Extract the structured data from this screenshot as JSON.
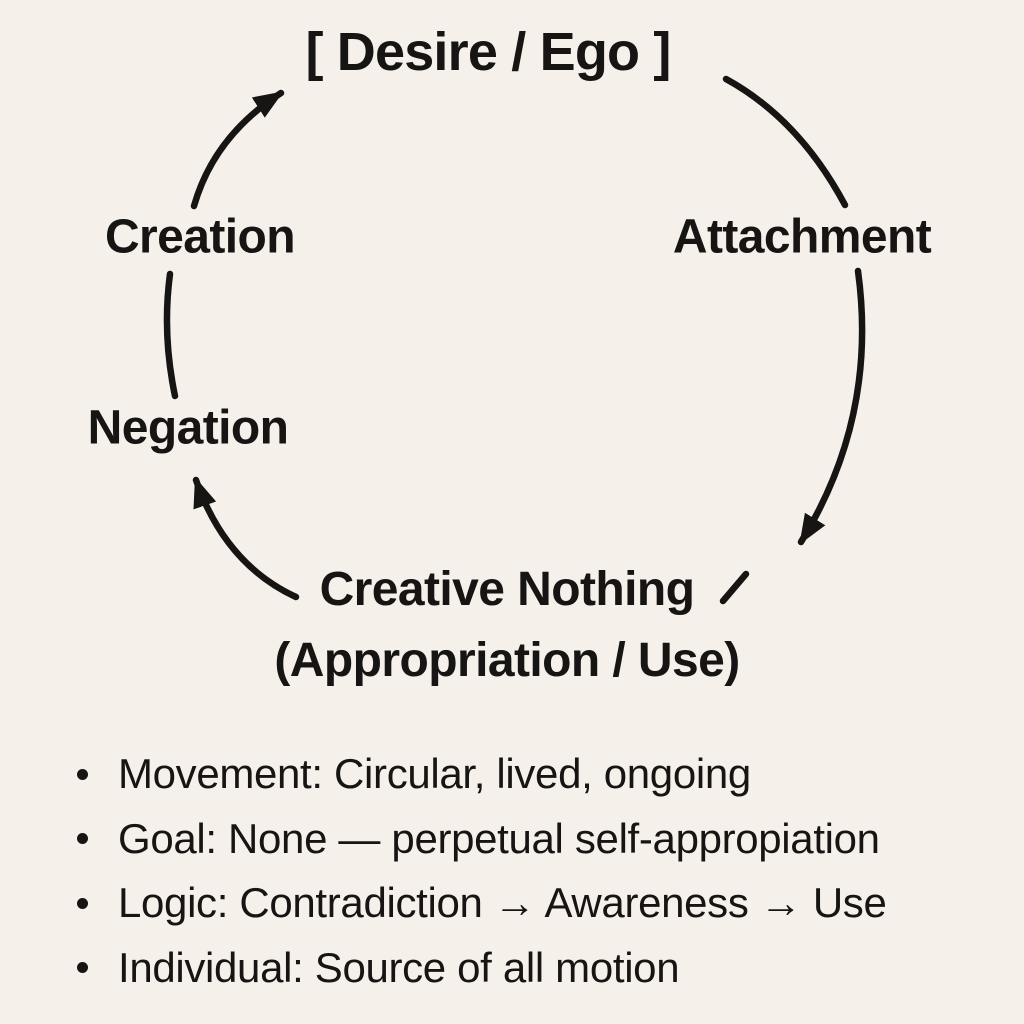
{
  "colors": {
    "background": "#F5F1EA",
    "ink": "#161514"
  },
  "diagram": {
    "nodes": {
      "desire_ego": "[ Desire / Ego ]",
      "attachment": "Attachment",
      "creation": "Creation",
      "negation": "Negation",
      "creative_nothing": "Creative Nothing",
      "creative_nothing_sub": "(Appropriation / Use)"
    },
    "flow": [
      "desire_ego → attachment",
      "attachment → creative_nothing",
      "creative_nothing → negation",
      "negation → creation",
      "creation → desire_ego"
    ]
  },
  "notes": [
    "Movement: Circular, lived, ongoing",
    "Goal: None — perpetual self-appropiation",
    "Logic: Contradiction → Awareness → Use",
    "Individual: Source of all motion"
  ]
}
